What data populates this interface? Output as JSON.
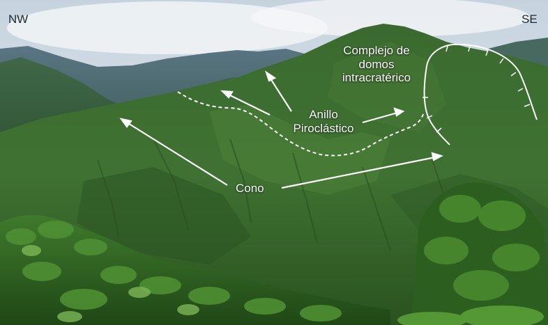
{
  "labels": {
    "nw": "NW",
    "se": "SE",
    "complejo": [
      "Complejo de",
      "domos",
      "intracratérico"
    ],
    "anillo": [
      "Anillo",
      "Piroclástico"
    ],
    "cono": "Cono"
  },
  "colors": {
    "sky_top": "#cfd9e3",
    "sky_bottom": "#e9eef2",
    "far_mountains": "#6f8796",
    "mid_mountains": "#4d7350",
    "main_mountain": "#3f6e35",
    "foreground": "#2c5a24",
    "annotation": "#ffffff"
  }
}
